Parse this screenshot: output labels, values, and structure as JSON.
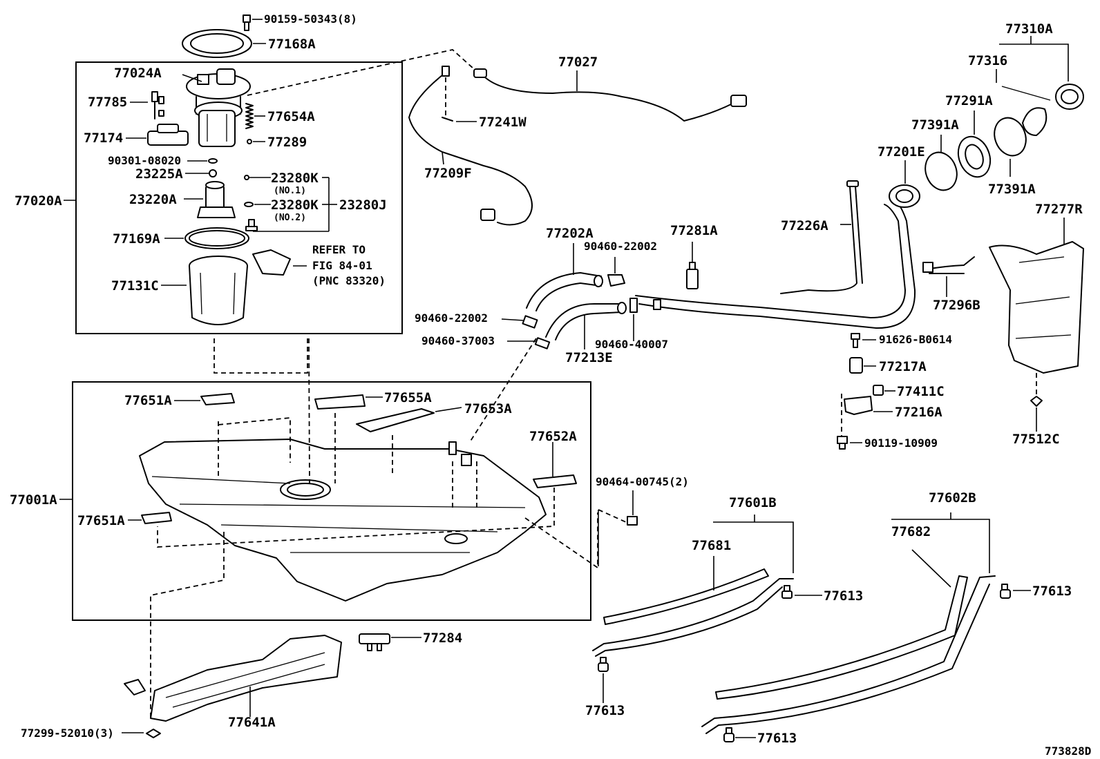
{
  "diagram": {
    "callouts": {
      "c90159": "90159-50343(8)",
      "c77168A": "77168A",
      "c77024A": "77024A",
      "c77785": "77785",
      "c77654A": "77654A",
      "c77174": "77174",
      "c77289": "77289",
      "c90301": "90301-08020",
      "c23225A": "23225A",
      "c23280K1": "23280K",
      "c23280K1n": "(NO.1)",
      "c23220A": "23220A",
      "c23280K2": "23280K",
      "c23280K2n": "(NO.2)",
      "c23280J": "23280J",
      "c77020A": "77020A",
      "c77169A": "77169A",
      "c77131C": "77131C",
      "cRefer1": "REFER TO",
      "cRefer2": "FIG 84-01",
      "cRefer3": "(PNC 83320)",
      "c77027": "77027",
      "c77241W": "77241W",
      "c77209F": "77209F",
      "c77202A": "77202A",
      "c90460a": "90460-22002",
      "c77281A": "77281A",
      "c90460b": "90460-22002",
      "c90460c": "90460-37003",
      "c77213E": "77213E",
      "c90460d": "90460-40007",
      "c77310A": "77310A",
      "c77316": "77316",
      "c77291A": "77291A",
      "c77391Aa": "77391A",
      "c77201E": "77201E",
      "c77391Ab": "77391A",
      "c77226A": "77226A",
      "c77277R": "77277R",
      "c77296B": "77296B",
      "c91626": "91626-B0614",
      "c77217A": "77217A",
      "c77411C": "77411C",
      "c77216A": "77216A",
      "c90119": "90119-10909",
      "c77512C": "77512C",
      "c77651Aa": "77651A",
      "c77655A": "77655A",
      "c77653A": "77653A",
      "c77652A": "77652A",
      "c77001A": "77001A",
      "c77651Ab": "77651A",
      "c90464": "90464-00745(2)",
      "c77601B": "77601B",
      "c77681": "77681",
      "c77613a": "77613",
      "c77602B": "77602B",
      "c77682": "77682",
      "c77613b": "77613",
      "c77284": "77284",
      "c77641A": "77641A",
      "c77613c": "77613",
      "c77613d": "77613",
      "c77299": "77299-52010(3)",
      "figureId": "773828D"
    }
  }
}
